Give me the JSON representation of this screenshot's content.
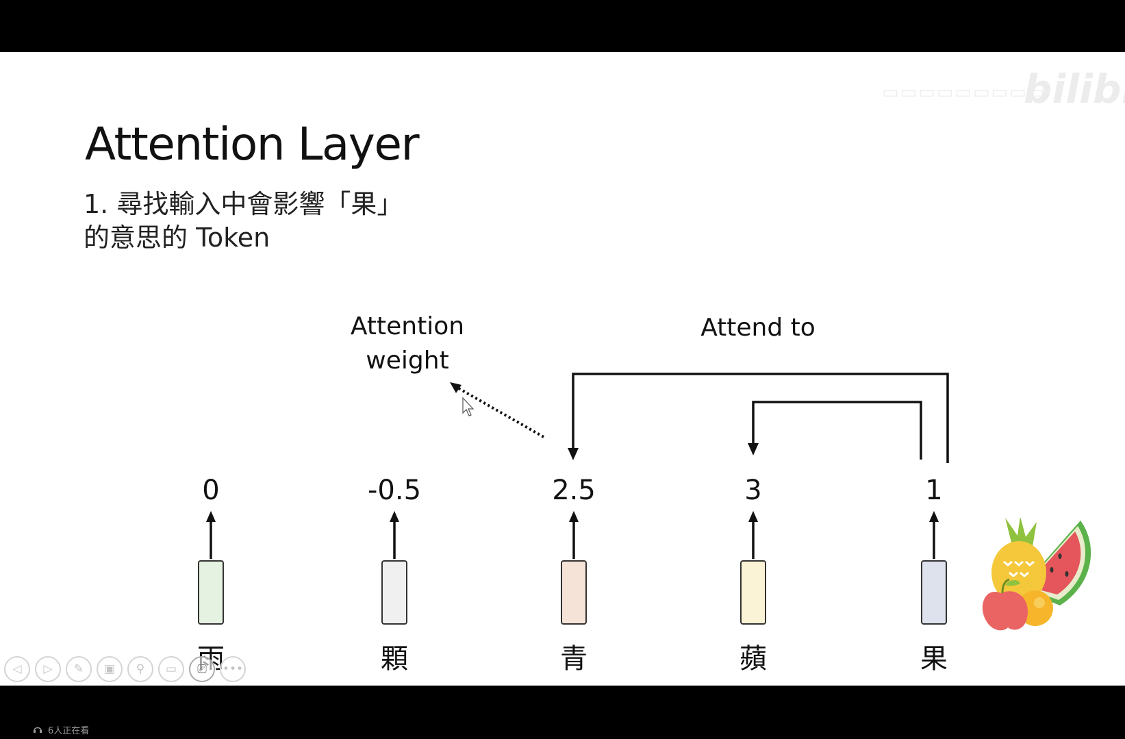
{
  "slide": {
    "title": "Attention Layer",
    "subtitle_line1": "1. 尋找輸入中會影響「果」",
    "subtitle_line2": "的意思的 Token"
  },
  "diagram": {
    "attention_weight_label_line1": "Attention",
    "attention_weight_label_line2": "weight",
    "attend_to_label": "Attend to",
    "tokens": [
      {
        "char": "雨",
        "weight": "0",
        "color": "#e6f2e1"
      },
      {
        "char": "顆",
        "weight": "-0.5",
        "color": "#f0f0f0"
      },
      {
        "char": "青",
        "weight": "2.5",
        "color": "#f5e3d8"
      },
      {
        "char": "蘋",
        "weight": "3",
        "color": "#fbf3d5"
      },
      {
        "char": "果",
        "weight": "1",
        "color": "#dde2ed"
      }
    ]
  },
  "watermark": {
    "logo": "bilibili"
  },
  "toolbar": {
    "buttons": [
      {
        "name": "prev-slide-button",
        "icon": "◁"
      },
      {
        "name": "next-slide-button",
        "icon": "▷"
      },
      {
        "name": "pen-tool-button",
        "icon": "✎"
      },
      {
        "name": "slides-grid-button",
        "icon": "▣"
      },
      {
        "name": "zoom-button",
        "icon": "⚲"
      },
      {
        "name": "subtitles-button",
        "icon": "▭"
      },
      {
        "name": "camera-button",
        "icon": "⎚"
      },
      {
        "name": "more-options-button",
        "icon": "•••"
      }
    ]
  },
  "status": {
    "viewer_count": "6人正在看"
  }
}
